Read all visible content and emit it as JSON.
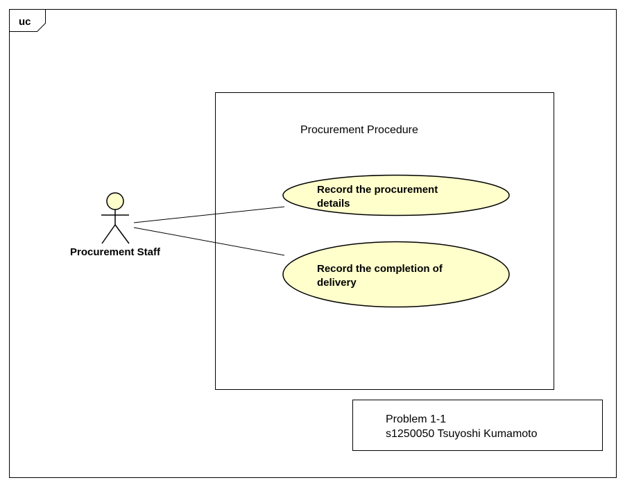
{
  "frame": {
    "tag": "uc"
  },
  "system": {
    "name": "Procurement Procedure"
  },
  "actor": {
    "name": "Procurement Staff"
  },
  "use_cases": [
    {
      "line1": "Record the procurement",
      "line2": "details"
    },
    {
      "line1": "Record the completion of",
      "line2": "delivery"
    }
  ],
  "note": {
    "line1": "Problem 1-1",
    "line2": "s1250050 Tsuyoshi Kumamoto"
  },
  "colors": {
    "use_case_fill": "#ffffcc",
    "actor_head_fill": "#ffffcc",
    "stroke": "#000000"
  }
}
